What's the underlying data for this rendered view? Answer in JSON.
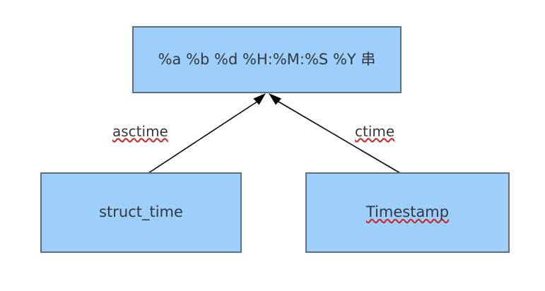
{
  "diagram": {
    "type": "flow-diagram",
    "background_color": "#ffffff",
    "node_fill_color": "#9ecffb",
    "node_border_color": "#5f6f7e",
    "text_color": "#33383d",
    "edge_color": "#000000",
    "spellcheck_underline_color": "#cc2222",
    "nodes": [
      {
        "id": "format-string",
        "label": "%a %b %d %H:%M:%S %Y 串",
        "spellchecked": false
      },
      {
        "id": "struct-time",
        "label": "struct_time",
        "spellchecked": false
      },
      {
        "id": "timestamp",
        "label": "Timestamp",
        "spellchecked": true
      }
    ],
    "edges": [
      {
        "id": "asctime",
        "label": "asctime",
        "from": "struct-time",
        "to": "format-string",
        "arrowhead": "filled-triangle",
        "spellchecked": true
      },
      {
        "id": "ctime",
        "label": "ctime",
        "from": "timestamp",
        "to": "format-string",
        "arrowhead": "filled-triangle",
        "spellchecked": true
      }
    ]
  }
}
